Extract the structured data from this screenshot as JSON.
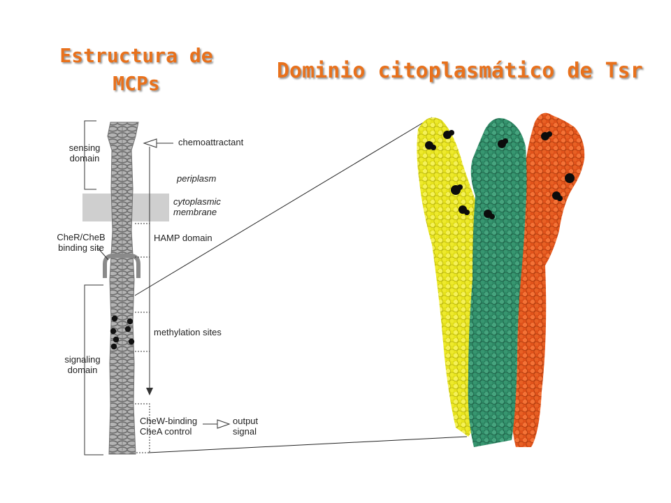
{
  "titles": {
    "left_line1": "Estructura de",
    "left_line2": "MCPs",
    "right": "Dominio citoplasmático de Tsr"
  },
  "labels": {
    "sensing_line1": "sensing",
    "sensing_line2": "domain",
    "chemoattractant": "chemoattractant",
    "periplasm": "periplasm",
    "cytoplasmic_line1": "cytoplasmic",
    "cytoplasmic_line2": "membrane",
    "cher_line1": "CheR/CheB",
    "cher_line2": "binding site",
    "hamp": "HAMP domain",
    "methylation": "methylation sites",
    "signaling_line1": "signaling",
    "signaling_line2": "domain",
    "chew_line1": "CheW-binding",
    "chew_line2": "CheA control",
    "output_line1": "output",
    "output_line2": "signal"
  },
  "colors": {
    "title": "#e8711c",
    "membrane": "#cfcfcf",
    "helix": "#8c8c8c",
    "methyl_site": "#111111",
    "strand_yellow": "#e6e21c",
    "strand_green": "#2e8a66",
    "strand_orange": "#e0521a"
  }
}
